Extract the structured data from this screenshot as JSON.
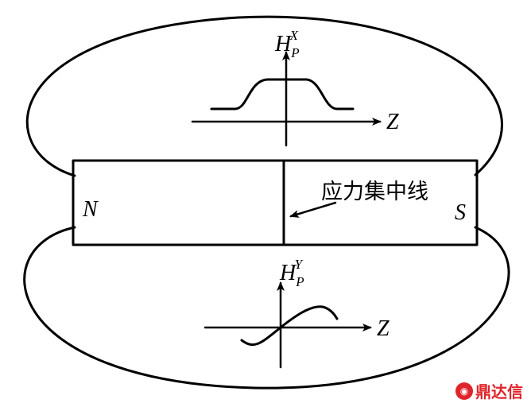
{
  "diagram": {
    "labels": {
      "top_axis_main": "H",
      "top_axis_sub": "P",
      "top_axis_sup": "X",
      "bottom_axis_main": "H",
      "bottom_axis_sub": "P",
      "bottom_axis_sup": "Y",
      "z_axis": "Z",
      "north_pole": "N",
      "south_pole": "S",
      "stress_line": "应力集中线"
    },
    "watermark": {
      "text": "鼎达信"
    }
  }
}
